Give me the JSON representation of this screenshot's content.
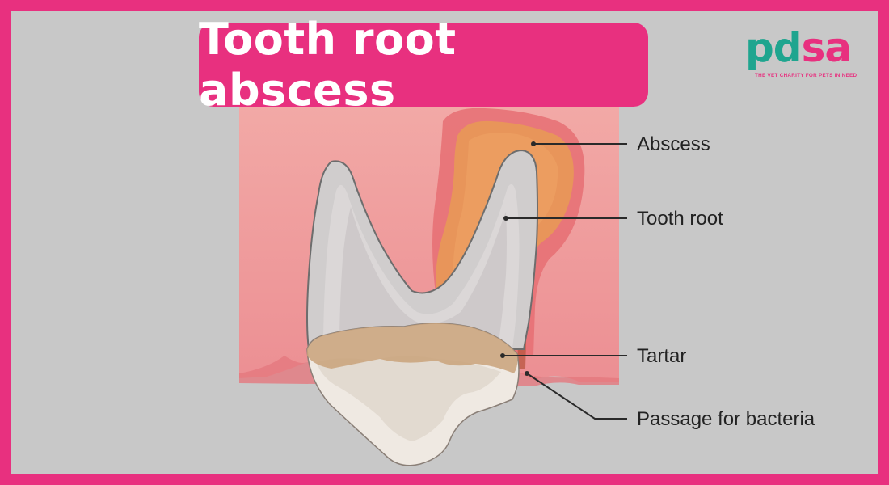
{
  "title": "Tooth root abscess",
  "logo": {
    "text_pd": "pd",
    "text_sa": "sa",
    "tagline": "THE VET CHARITY FOR PETS IN NEED"
  },
  "labels": {
    "abscess": "Abscess",
    "tooth_root": "Tooth root",
    "tartar": "Tartar",
    "passage": "Passage for bacteria"
  },
  "colors": {
    "border": "#e8307f",
    "background": "#c8c8c8",
    "gum": "#ef9a9a",
    "abscess": "#e8955a",
    "tooth": "#dedede",
    "tartar": "#c9a27a",
    "logo_teal": "#1fa58f"
  }
}
